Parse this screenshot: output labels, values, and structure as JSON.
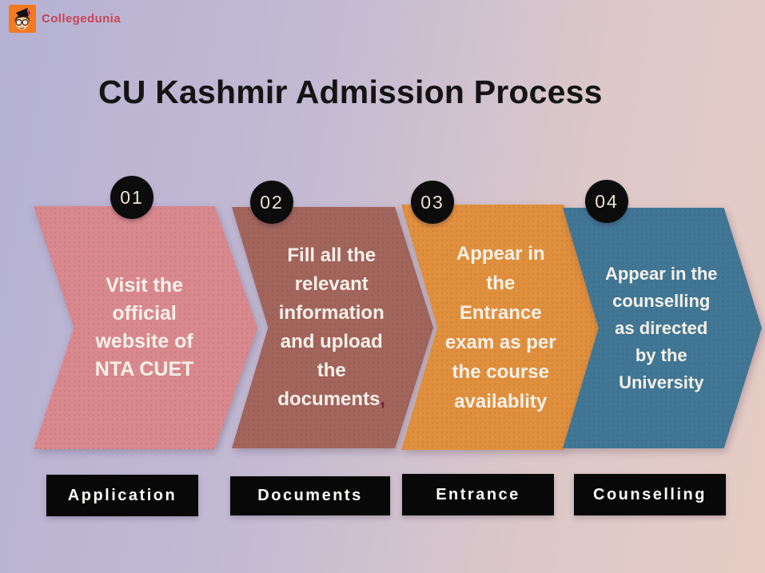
{
  "brand": {
    "name": "Collegedunia"
  },
  "header": {
    "title": "CU Kashmir Admission Process"
  },
  "colors": {
    "background_left": "#b6b2d3",
    "background_right": "#e7ccc4",
    "step1_arrow": "#d9898e",
    "step2_arrow": "#a2655c",
    "step3_arrow": "#e0903d",
    "step4_arrow": "#417795",
    "arrow_text": "#f6f1e9",
    "comma_accent": "#6e1c44",
    "badge_bg": "#0c0c0c",
    "badge_text": "#ece5d6",
    "label_bg": "#080808",
    "label_text": "#fbfaf7",
    "brand_text": "#c84357",
    "logo_bg": "#f4791f",
    "title_text": "#141414"
  },
  "steps": [
    {
      "number": "01",
      "label": "Application",
      "lines": [
        "Visit the",
        "official",
        "website of",
        "NTA CUET"
      ]
    },
    {
      "number": "02",
      "label": "Documents",
      "lines": [
        "Fill all the",
        "relevant",
        "information",
        "and upload",
        "the",
        "documents"
      ],
      "suffix": ","
    },
    {
      "number": "03",
      "label": "Entrance",
      "lines": [
        "Appear in",
        "the",
        "Entrance",
        "exam as per",
        "the course",
        "availablity"
      ]
    },
    {
      "number": "04",
      "label": "Counselling",
      "lines": [
        "Appear in the",
        "counselling",
        "as directed",
        "by the",
        "University"
      ]
    }
  ]
}
